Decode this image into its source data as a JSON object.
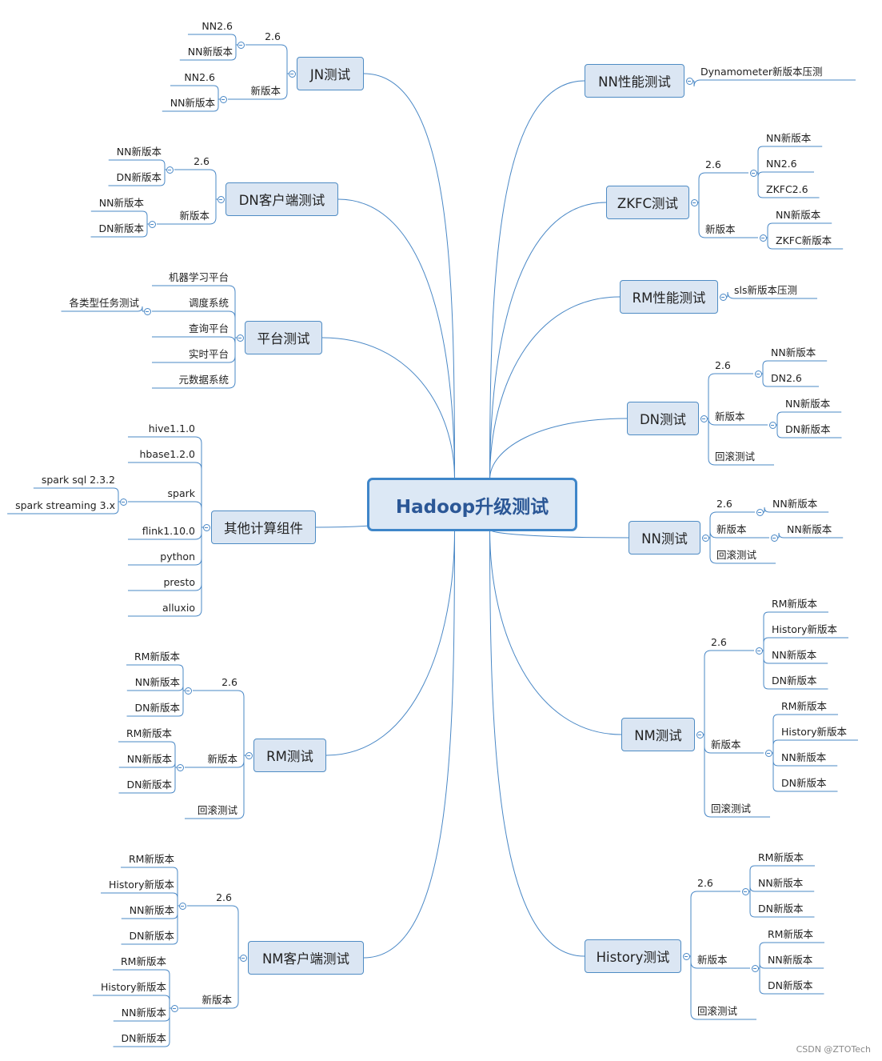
{
  "central": "Hadoop升级测试",
  "watermark": "CSDN @ZTOTech",
  "left": [
    {
      "label": "JN测试",
      "children": [
        {
          "label": "2.6",
          "children": [
            {
              "label": "NN2.6"
            },
            {
              "label": "NN新版本"
            }
          ]
        },
        {
          "label": "新版本",
          "children": [
            {
              "label": "NN2.6"
            },
            {
              "label": "NN新版本"
            }
          ]
        }
      ]
    },
    {
      "label": "DN客户端测试",
      "children": [
        {
          "label": "2.6",
          "children": [
            {
              "label": "NN新版本"
            },
            {
              "label": "DN新版本"
            }
          ]
        },
        {
          "label": "新版本",
          "children": [
            {
              "label": "NN新版本"
            },
            {
              "label": "DN新版本"
            }
          ]
        }
      ]
    },
    {
      "label": "平台测试",
      "children": [
        {
          "label": "机器学习平台"
        },
        {
          "label": "调度系统",
          "children": [
            {
              "label": "各类型任务测试"
            }
          ]
        },
        {
          "label": "查询平台"
        },
        {
          "label": "实时平台"
        },
        {
          "label": "元数据系统"
        }
      ]
    },
    {
      "label": "其他计算组件",
      "children": [
        {
          "label": "hive1.1.0"
        },
        {
          "label": "hbase1.2.0"
        },
        {
          "label": "spark",
          "children": [
            {
              "label": "spark sql 2.3.2"
            },
            {
              "label": "spark streaming 3.x"
            }
          ]
        },
        {
          "label": "flink1.10.0"
        },
        {
          "label": "python"
        },
        {
          "label": "presto"
        },
        {
          "label": "alluxio"
        }
      ]
    },
    {
      "label": "RM测试",
      "children": [
        {
          "label": "2.6",
          "children": [
            {
              "label": "RM新版本"
            },
            {
              "label": "NN新版本"
            },
            {
              "label": "DN新版本"
            }
          ]
        },
        {
          "label": "新版本",
          "children": [
            {
              "label": "RM新版本"
            },
            {
              "label": "NN新版本"
            },
            {
              "label": "DN新版本"
            }
          ]
        },
        {
          "label": "回滚测试"
        }
      ]
    },
    {
      "label": "NM客户端测试",
      "children": [
        {
          "label": "2.6",
          "children": [
            {
              "label": "RM新版本"
            },
            {
              "label": "History新版本"
            },
            {
              "label": "NN新版本"
            },
            {
              "label": "DN新版本"
            }
          ]
        },
        {
          "label": "新版本",
          "children": [
            {
              "label": "RM新版本"
            },
            {
              "label": "History新版本"
            },
            {
              "label": "NN新版本"
            },
            {
              "label": "DN新版本"
            }
          ]
        }
      ]
    }
  ],
  "right": [
    {
      "label": "NN性能测试",
      "children": [
        {
          "label": "Dynamometer新版本压测"
        }
      ]
    },
    {
      "label": "ZKFC测试",
      "children": [
        {
          "label": "2.6",
          "children": [
            {
              "label": "NN新版本"
            },
            {
              "label": "NN2.6"
            },
            {
              "label": "ZKFC2.6"
            }
          ]
        },
        {
          "label": "新版本",
          "children": [
            {
              "label": "NN新版本"
            },
            {
              "label": "ZKFC新版本"
            }
          ]
        }
      ]
    },
    {
      "label": "RM性能测试",
      "children": [
        {
          "label": "sls新版本压测"
        }
      ]
    },
    {
      "label": "DN测试",
      "children": [
        {
          "label": "2.6",
          "children": [
            {
              "label": "NN新版本"
            },
            {
              "label": "DN2.6"
            }
          ]
        },
        {
          "label": "新版本",
          "children": [
            {
              "label": "NN新版本"
            },
            {
              "label": "DN新版本"
            }
          ]
        },
        {
          "label": "回滚测试"
        }
      ]
    },
    {
      "label": "NN测试",
      "children": [
        {
          "label": "2.6",
          "children": [
            {
              "label": "NN新版本"
            }
          ]
        },
        {
          "label": "新版本",
          "children": [
            {
              "label": "NN新版本"
            }
          ]
        },
        {
          "label": "回滚测试"
        }
      ]
    },
    {
      "label": "NM测试",
      "children": [
        {
          "label": "2.6",
          "children": [
            {
              "label": "RM新版本"
            },
            {
              "label": "History新版本"
            },
            {
              "label": "NN新版本"
            },
            {
              "label": "DN新版本"
            }
          ]
        },
        {
          "label": "新版本",
          "children": [
            {
              "label": "RM新版本"
            },
            {
              "label": "History新版本"
            },
            {
              "label": "NN新版本"
            },
            {
              "label": "DN新版本"
            }
          ]
        },
        {
          "label": "回滚测试"
        }
      ]
    },
    {
      "label": "History测试",
      "children": [
        {
          "label": "2.6",
          "children": [
            {
              "label": "RM新版本"
            },
            {
              "label": "NN新版本"
            },
            {
              "label": "DN新版本"
            }
          ]
        },
        {
          "label": "新版本",
          "children": [
            {
              "label": "RM新版本"
            },
            {
              "label": "NN新版本"
            },
            {
              "label": "DN新版本"
            }
          ]
        },
        {
          "label": "回滚测试"
        }
      ]
    }
  ]
}
